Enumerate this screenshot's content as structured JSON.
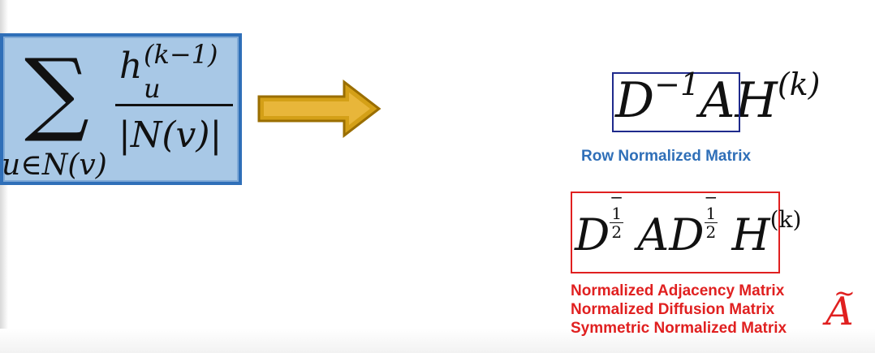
{
  "left_formula": {
    "sum_symbol": "∑",
    "sum_subscript": "u∈N(v)",
    "numerator_base": "h",
    "numerator_superscript": "(k−1)",
    "numerator_subscript": "u",
    "denominator": "|N(v)|"
  },
  "formula_row": {
    "boxed_part": "D",
    "boxed_exponent": "−1",
    "boxed_a": "A",
    "rest_base": "H",
    "rest_exponent": "(k)",
    "label": "Row Normalized Matrix"
  },
  "formula_sym": {
    "d1": "D",
    "exp_sign": "−",
    "exp_num": "1",
    "exp_den": "2",
    "a": "A",
    "d2": "D",
    "h": "H",
    "h_exp": "(k)",
    "labels": [
      "Normalized Adjacency Matrix",
      "Normalized Diffusion Matrix",
      "Symmetric Normalized Matrix"
    ],
    "symbol": "A",
    "symbol_accent": "~"
  },
  "colors": {
    "box_fill": "#a8c8e6",
    "box_border": "#2f6fb8",
    "arrow_fill": "#d4a017",
    "arrow_stroke": "#9a6e00",
    "blue_box": "#1f2a8c",
    "blue_label": "#2f6fb8",
    "red": "#e02020"
  }
}
